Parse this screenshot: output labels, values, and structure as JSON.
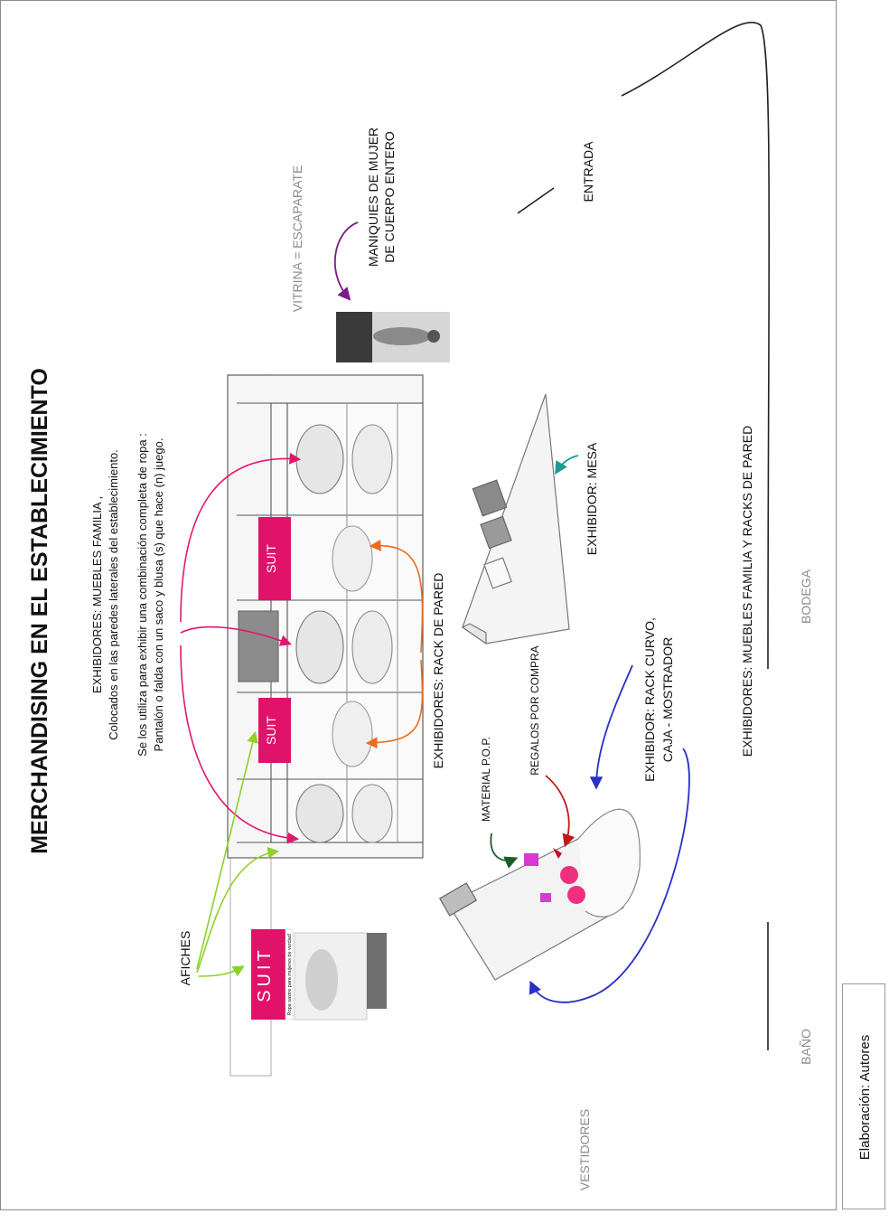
{
  "diagram": {
    "title": "MERCHANDISING EN EL ESTABLECIMIENTO",
    "exhibidores_mf": {
      "line1": "EXHIBIDORES: MUEBLES FAMILIA ,",
      "line2": "Colocados en las paredes laterales  del establecimiento.",
      "line3": "Se los utiliza para exhibir  una combinación completa de ropa :",
      "line4": "Pantalón o falda con un saco y blusa (s) que hace (n) juego."
    },
    "labels": {
      "vitrina": "VITRINA = ESCAPARATE",
      "maniquies_1": "MANIQUIES DE MUJER",
      "maniquies_2": "DE CUERPO ENTERO",
      "entrada": "ENTRADA",
      "rack_de_pared": "EXHIBIDORES:  RACK DE PARED",
      "mesa": "EXHIBIDOR:  MESA",
      "material_pop": "MATERIAL P.O.P.",
      "regalos": "REGALOS POR COMPRA",
      "rack_curvo_1": "EXHIBIDOR:  RACK CURVO,",
      "rack_curvo_2": "CAJA - MOSTRADOR",
      "afiches": "AFICHES",
      "bodega": "BODEGA",
      "muebles_racks": "EXHIBIDORES:  MUEBLES FAMILIA Y RACKS DE PARED",
      "bano": "BAÑO",
      "vestidores": "VESTIDORES"
    },
    "poster": {
      "brand": "SUIT",
      "tagline": "Ropa sastre para mujeres de verdad!"
    }
  },
  "caption": "Elaboración: Autores",
  "colors": {
    "magenta": "#e3166f",
    "orange": "#f06a1c",
    "green": "#8bd12a",
    "purple": "#7a1b86",
    "teal": "#1a9c97",
    "red": "#c01818",
    "blue": "#2730c9",
    "dark_green": "#1f5a2a",
    "accent_pink": "#e0126a"
  }
}
